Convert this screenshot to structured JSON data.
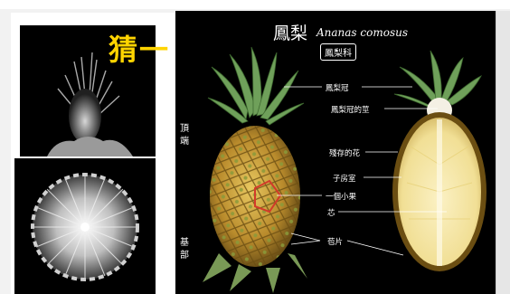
{
  "guess_text": "猜一",
  "slide": {
    "title": "鳳梨",
    "latin_name": "Ananas comosus",
    "family": "鳳梨科",
    "side_labels": {
      "top": "頂端",
      "bottom": "基部"
    },
    "labels": {
      "crown": "鳳梨冠",
      "crown_base": "鳳梨冠的莖",
      "persistent_flower": "殘存的花",
      "ovary": "子房室",
      "fruitlet": "一個小果",
      "core": "芯",
      "bract": "苞片"
    }
  },
  "colors": {
    "guess": "#ffd400",
    "slide_background": "#000000"
  }
}
